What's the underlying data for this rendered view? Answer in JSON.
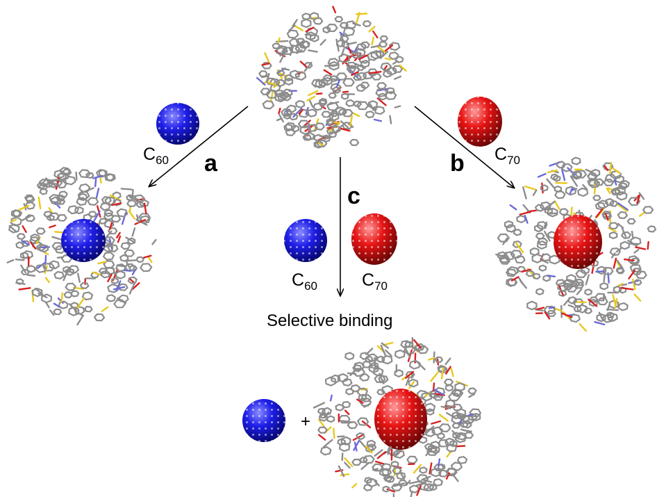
{
  "paths": {
    "a": "a",
    "b": "b",
    "c": "c"
  },
  "fullerenes": {
    "c60": {
      "letter": "C",
      "sub": "60",
      "color": "#1515e6"
    },
    "c70": {
      "letter": "C",
      "sub": "70",
      "color": "#e81414"
    }
  },
  "caption": "Selective binding",
  "plus": "+",
  "cage_colors": {
    "bond": "#8c8c8c",
    "sulfur": "#e8c81e",
    "oxygen": "#d82020",
    "nitrogen": "#6a6ad8"
  }
}
